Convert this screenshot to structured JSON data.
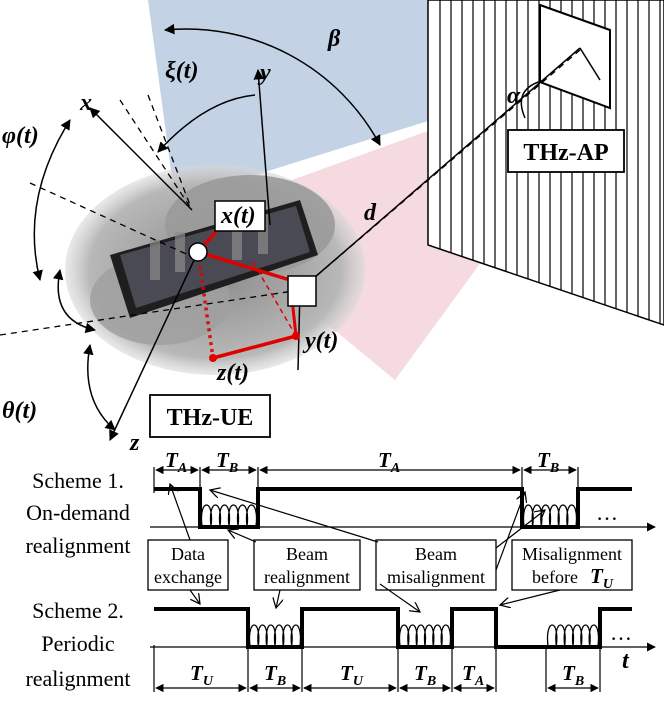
{
  "labels": {
    "beta": "β",
    "xi": "ξ(t)",
    "y_axis": "y",
    "x_axis": "x",
    "phi": "φ(t)",
    "alpha": "α",
    "d": "d",
    "xt": "x(t)",
    "origin": "0",
    "yt": "y(t)",
    "zt": "z(t)",
    "theta": "θ(t)",
    "z_axis": "z",
    "ap": "THz-AP",
    "ue": "THz-UE"
  },
  "scheme1": {
    "line1": "Scheme 1.",
    "line2": "On-demand",
    "line3": "realignment",
    "ta1": "T",
    "ta1_sub": "A",
    "tb1": "T",
    "tb1_sub": "B",
    "ta2": "T",
    "ta2_sub": "A",
    "tb2": "T",
    "tb2_sub": "B",
    "ellipsis": "…"
  },
  "annotations": {
    "data_exchange_1": "Data",
    "data_exchange_2": "exchange",
    "beam_realign_1": "Beam",
    "beam_realign_2": "realignment",
    "beam_misalign_1": "Beam",
    "beam_misalign_2": "misalignment",
    "misalign_before_1": "Misalignment",
    "misalign_before_2": "before",
    "misalign_before_T": "T",
    "misalign_before_sub": "U"
  },
  "scheme2": {
    "line1": "Scheme 2.",
    "line2": "Periodic",
    "line3": "realignment",
    "tu1": "T",
    "tu1_sub": "U",
    "tb1": "T",
    "tb1_sub": "B",
    "tu2": "T",
    "tu2_sub": "U",
    "tb2": "T",
    "tb2_sub": "B",
    "ta": "T",
    "ta_sub": "A",
    "tb3": "T",
    "tb3_sub": "B",
    "ellipsis": "…",
    "t_axis": "t"
  }
}
